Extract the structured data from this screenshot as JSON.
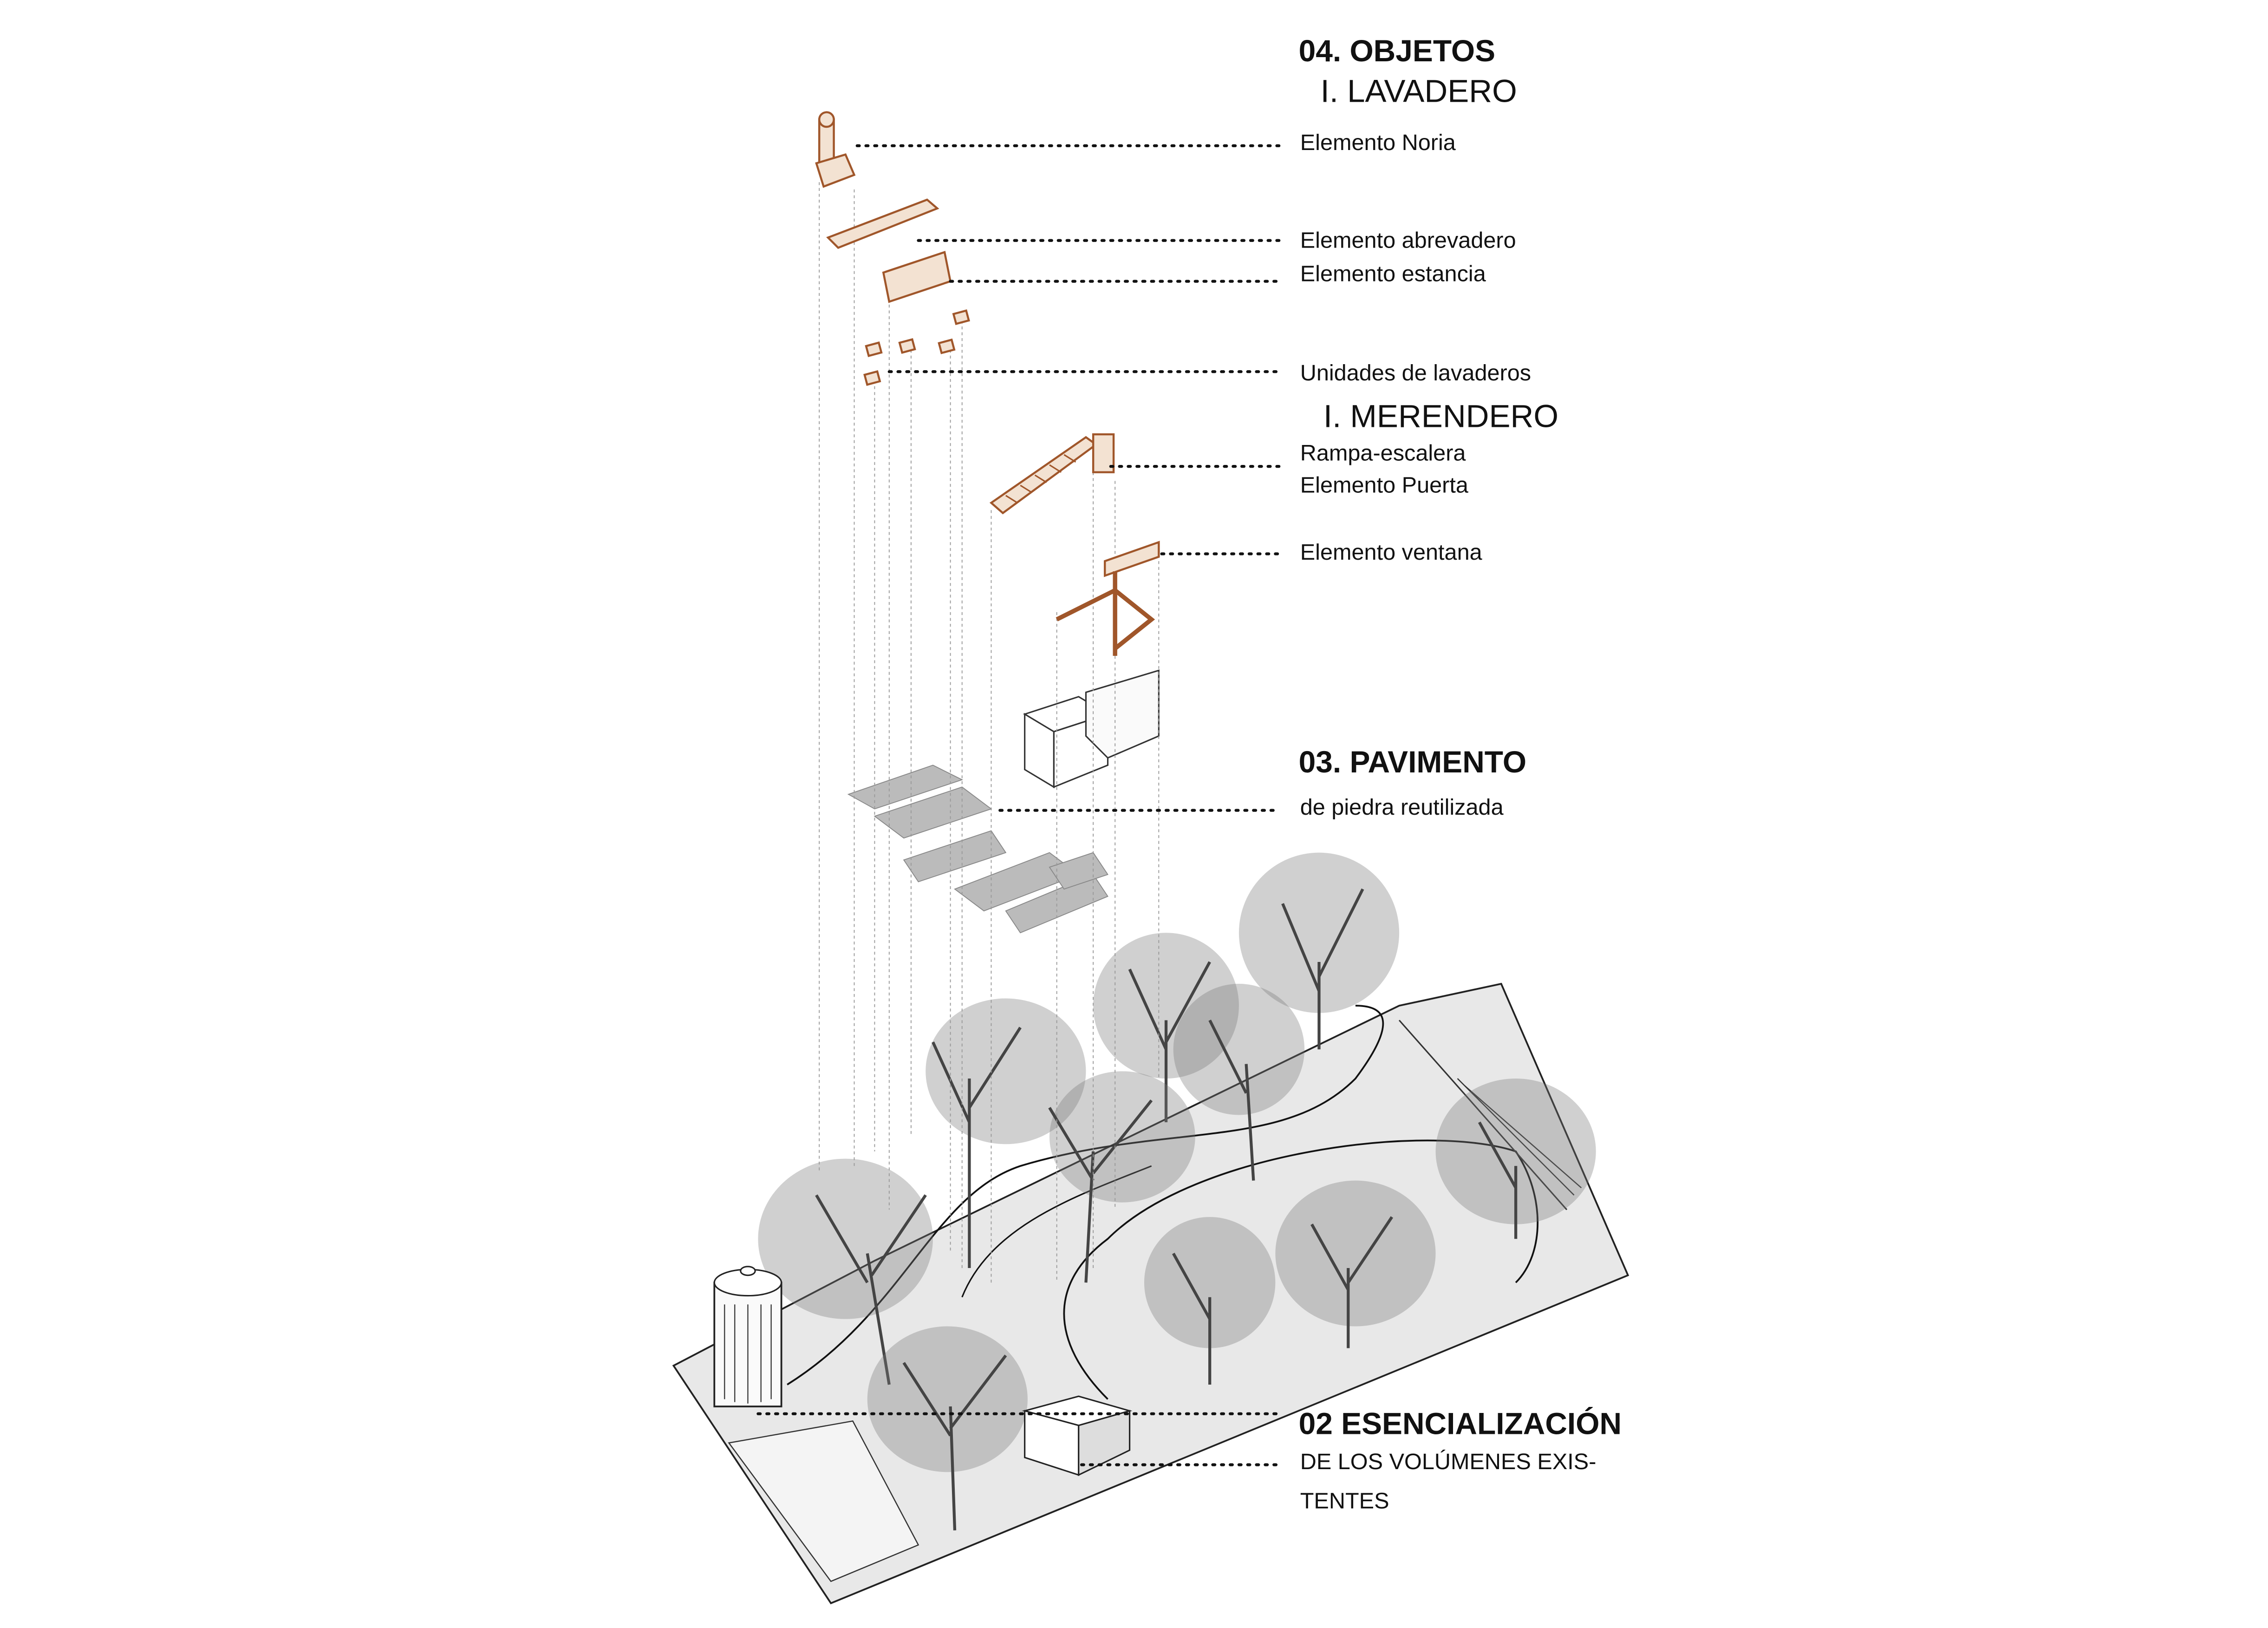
{
  "sections": {
    "objetos": {
      "title": "04. OBJETOS",
      "lavadero": {
        "title": "I. LAVADERO",
        "items": [
          "Elemento Noria",
          "Elemento abrevadero",
          "Elemento estancia",
          "Unidades de lavaderos"
        ]
      },
      "merendero": {
        "title": "I. MERENDERO",
        "items": [
          "Rampa-escalera",
          "Elemento Puerta",
          "Elemento ventana"
        ]
      }
    },
    "pavimento": {
      "title": "03. PAVIMENTO",
      "subtitle": "de piedra reutilizada"
    },
    "esencializacion": {
      "title": "02 ESENCIALIZACIÓN",
      "subtitle_line1": "DE LOS VOLÚMENES EXIS-",
      "subtitle_line2": "TENTES"
    }
  },
  "colors": {
    "object_stroke": "#a0562a",
    "object_fill": "#f3e2d2",
    "ground": "#e6e6e6",
    "text": "#111111"
  }
}
